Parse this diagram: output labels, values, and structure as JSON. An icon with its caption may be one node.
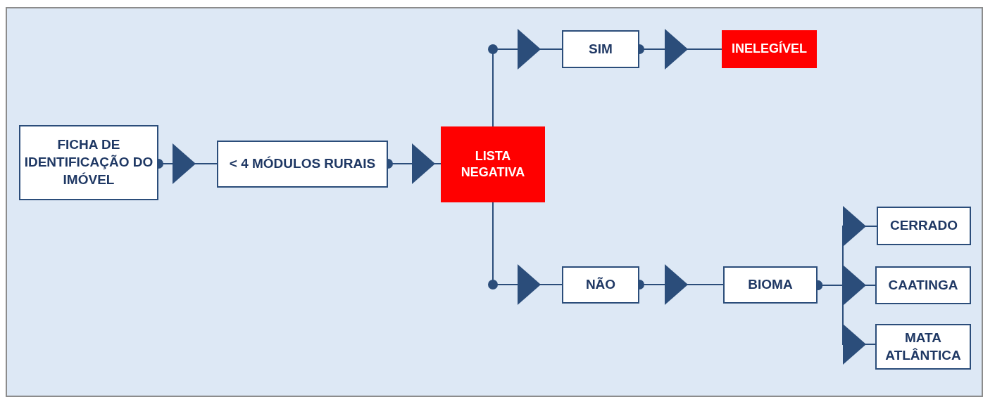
{
  "diagram": {
    "nodes": [
      {
        "text": [
          "FICHA DE IDENTIFICAÇÃO DO IMÓVEL"
        ]
      },
      {
        "text": [
          "< 4 MÓDULOS RURAIS"
        ]
      },
      {
        "text": [
          "LISTA NEGATIVA"
        ]
      },
      {
        "text": [
          "SIM"
        ]
      },
      {
        "text": [
          "INELEGÍVEL"
        ]
      },
      {
        "text": [
          "NÃO"
        ]
      },
      {
        "text": [
          "BIOMA"
        ]
      },
      {
        "text": [
          "CERRADO"
        ]
      },
      {
        "text": [
          "CAATINGA"
        ]
      },
      {
        "text": [
          "MATA ATLÂNTICA"
        ]
      }
    ],
    "edges": [
      {
        "from": 0,
        "to": 1,
        "arrow": "to"
      },
      {
        "from": 1,
        "to": 2,
        "arrow": "to"
      },
      {
        "from": 2,
        "to": 3,
        "arrow": "to"
      },
      {
        "from": 3,
        "to": 4,
        "arrow": "to"
      },
      {
        "from": 2,
        "to": 5,
        "arrow": "to"
      },
      {
        "from": 5,
        "to": 6,
        "arrow": "to"
      },
      {
        "from": 6,
        "to": 7,
        "arrow": "to"
      },
      {
        "from": 6,
        "to": 8,
        "arrow": "to"
      },
      {
        "from": 6,
        "to": 9,
        "arrow": "to"
      }
    ]
  }
}
